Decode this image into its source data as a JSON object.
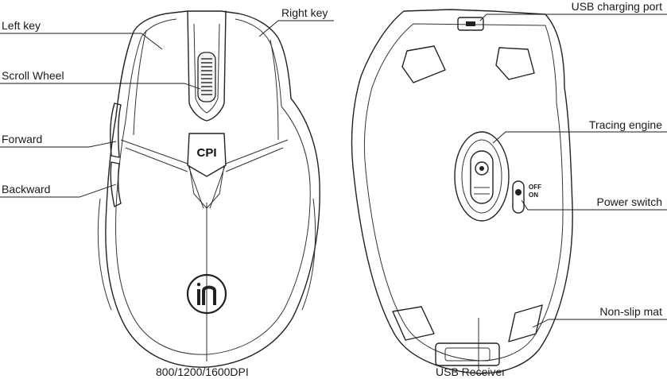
{
  "labels": {
    "left_key": "Left key",
    "scroll_wheel": "Scroll Wheel",
    "forward": "Forward",
    "backward": "Backward",
    "right_key": "Right key",
    "dpi": "800/1200/1600DPI",
    "usb_charging_port": "USB charging port",
    "tracing_engine": "Tracing engine",
    "power_switch": "Power switch",
    "non_slip_mat": "Non-slip mat",
    "usb_receiver": "USB Receiver"
  },
  "button_text": {
    "cpi": "CPI",
    "off": "OFF",
    "on": "ON"
  }
}
